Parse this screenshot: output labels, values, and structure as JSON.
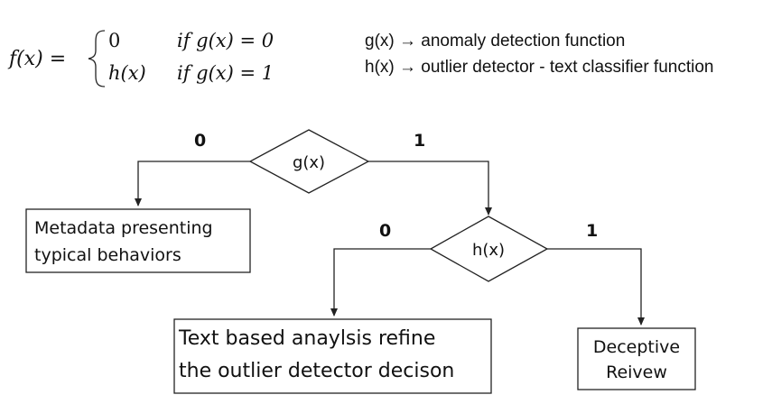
{
  "formula": {
    "lhs": "f(x) =",
    "case1_value": "0",
    "case1_cond": "if g(x) = 0",
    "case2_value": "h(x)",
    "case2_cond": "if g(x) = 1"
  },
  "legend": {
    "g_line": "g(x) → anomaly detection function",
    "h_line": "h(x) → outlier detector - text classifier function"
  },
  "diagram": {
    "decision_g": "g(x)",
    "decision_h": "h(x)",
    "edge_g_0": "0",
    "edge_g_1": "1",
    "edge_h_0": "0",
    "edge_h_1": "1",
    "box_metadata": [
      "Metadata presenting",
      "typical behaviors"
    ],
    "box_text": [
      "Text based anaylsis refine",
      "the outlier detector decison"
    ],
    "box_deceptive": [
      "Deceptive",
      "Reivew"
    ]
  }
}
